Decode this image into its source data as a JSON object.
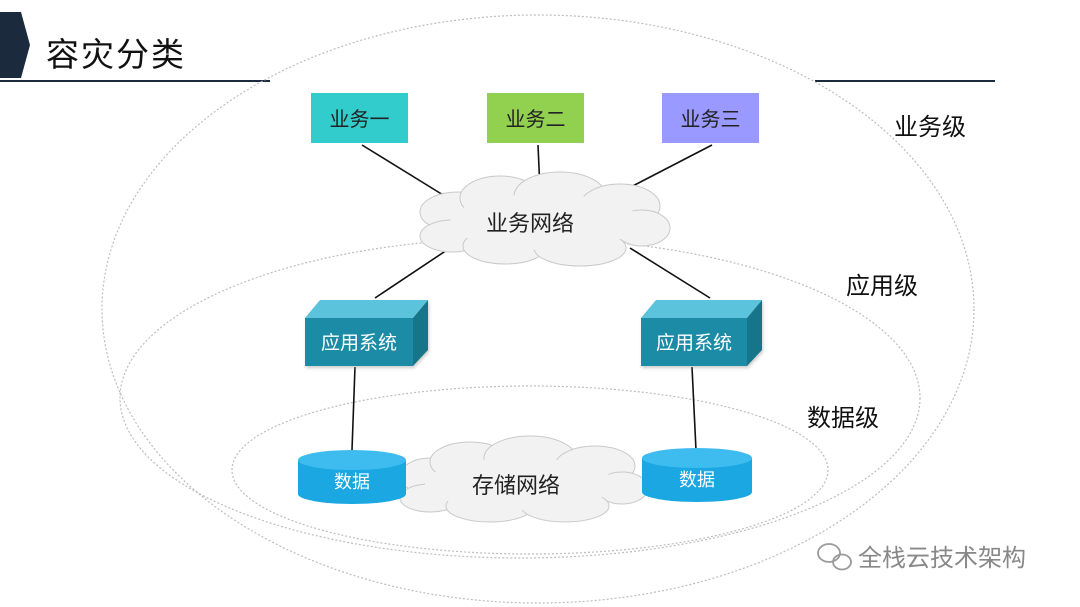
{
  "title": "容灾分类",
  "levels": {
    "business": "业务级",
    "application": "应用级",
    "data": "数据级"
  },
  "business_boxes": [
    {
      "label": "业务一",
      "color": "#33cccc"
    },
    {
      "label": "业务二",
      "color": "#92d050"
    },
    {
      "label": "业务三",
      "color": "#9999ff"
    }
  ],
  "business_network": "业务网络",
  "app_systems": [
    "应用系统",
    "应用系统"
  ],
  "data_stores": [
    "数据",
    "数据"
  ],
  "storage_network": "存储网络",
  "watermark": "全栈云技术架构",
  "colors": {
    "title_accent": "#1b2a3d",
    "app_front": "#1f8ca6",
    "app_top": "#5cc3dc",
    "app_side": "#177489",
    "db_fill": "#1aa7e2",
    "cloud_fill": "#f2f2f2"
  }
}
